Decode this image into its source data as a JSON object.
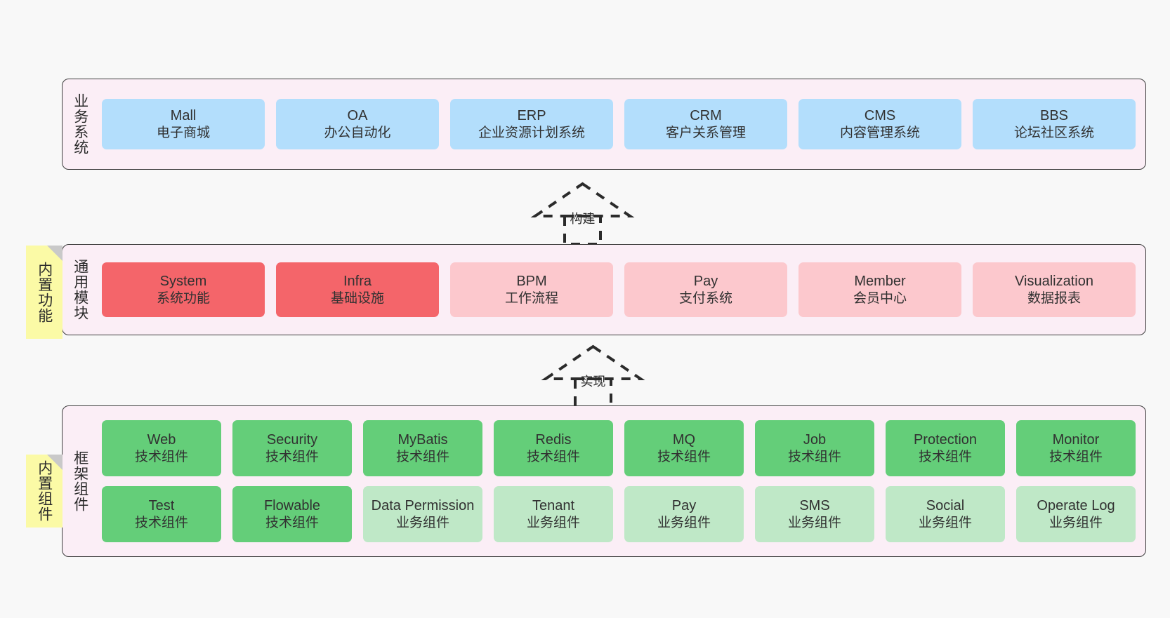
{
  "diagram": {
    "background_color": "#f8f8f8",
    "layer_fill": "#fbeef6",
    "note_fill": "#fbfaa6"
  },
  "layers": [
    {
      "id": "business",
      "title": "业务系统",
      "rows": [
        {
          "cells": [
            {
              "en": "Mall",
              "cn": "电子商城",
              "color": "#b3defc"
            },
            {
              "en": "OA",
              "cn": "办公自动化",
              "color": "#b3defc"
            },
            {
              "en": "ERP",
              "cn": "企业资源计划系统",
              "color": "#b3defc"
            },
            {
              "en": "CRM",
              "cn": "客户关系管理",
              "color": "#b3defc"
            },
            {
              "en": "CMS",
              "cn": "内容管理系统",
              "color": "#b3defc"
            },
            {
              "en": "BBS",
              "cn": "论坛社区系统",
              "color": "#b3defc"
            }
          ]
        }
      ]
    },
    {
      "id": "common",
      "title": "通用模块",
      "rows": [
        {
          "cells": [
            {
              "en": "System",
              "cn": "系统功能",
              "color": "#f4656a"
            },
            {
              "en": "Infra",
              "cn": "基础设施",
              "color": "#f4656a"
            },
            {
              "en": "BPM",
              "cn": "工作流程",
              "color": "#fcc8cd"
            },
            {
              "en": "Pay",
              "cn": "支付系统",
              "color": "#fcc8cd"
            },
            {
              "en": "Member",
              "cn": "会员中心",
              "color": "#fcc8cd"
            },
            {
              "en": "Visualization",
              "cn": "数据报表",
              "color": "#fcc8cd"
            }
          ]
        }
      ]
    },
    {
      "id": "framework",
      "title": "框架组件",
      "rows": [
        {
          "cells": [
            {
              "en": "Web",
              "cn": "技术组件",
              "color": "#64ce79"
            },
            {
              "en": "Security",
              "cn": "技术组件",
              "color": "#64ce79"
            },
            {
              "en": "MyBatis",
              "cn": "技术组件",
              "color": "#64ce79"
            },
            {
              "en": "Redis",
              "cn": "技术组件",
              "color": "#64ce79"
            },
            {
              "en": "MQ",
              "cn": "技术组件",
              "color": "#64ce79"
            },
            {
              "en": "Job",
              "cn": "技术组件",
              "color": "#64ce79"
            },
            {
              "en": "Protection",
              "cn": "技术组件",
              "color": "#64ce79"
            },
            {
              "en": "Monitor",
              "cn": "技术组件",
              "color": "#64ce79"
            }
          ]
        },
        {
          "cells": [
            {
              "en": "Test",
              "cn": "技术组件",
              "color": "#64ce79"
            },
            {
              "en": "Flowable",
              "cn": "技术组件",
              "color": "#64ce79"
            },
            {
              "en": "Data Permission",
              "cn": "业务组件",
              "color": "#bfe8c7"
            },
            {
              "en": "Tenant",
              "cn": "业务组件",
              "color": "#bfe8c7"
            },
            {
              "en": "Pay",
              "cn": "业务组件",
              "color": "#bfe8c7"
            },
            {
              "en": "SMS",
              "cn": "业务组件",
              "color": "#bfe8c7"
            },
            {
              "en": "Social",
              "cn": "业务组件",
              "color": "#bfe8c7"
            },
            {
              "en": "Operate Log",
              "cn": "业务组件",
              "color": "#bfe8c7"
            }
          ]
        }
      ]
    }
  ],
  "notes": [
    {
      "id": "note-common",
      "text": "内置功能"
    },
    {
      "id": "note-framework",
      "text": "内置组件"
    }
  ],
  "arrows": [
    {
      "id": "arrow-build",
      "label": "构建"
    },
    {
      "id": "arrow-realize",
      "label": "实现"
    }
  ]
}
